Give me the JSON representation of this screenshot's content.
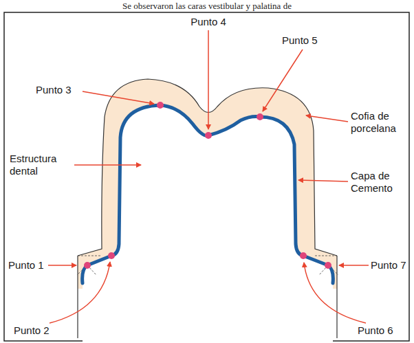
{
  "diagram": {
    "labels": [
      "Se observaron las caras vestibular y palatina de",
      "Punto 4",
      "Punto 5",
      "Punto 3",
      "Cofia de porcelana",
      "Estructura dental",
      "Capa de Cemento",
      "Punto 1",
      "Punto 7",
      "Punto 2",
      "Punto 6"
    ]
  }
}
